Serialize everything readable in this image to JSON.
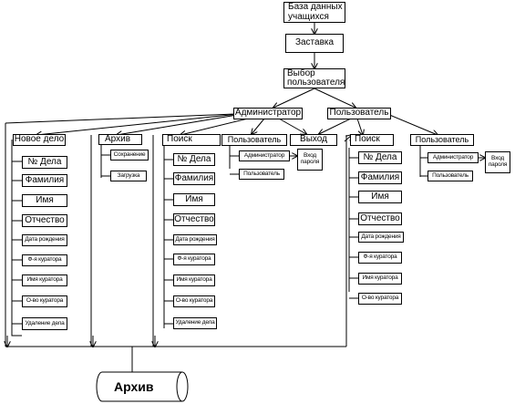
{
  "nodes": {
    "db": "База данных учащихся",
    "splash": "Заставка",
    "choose_user": "Выбор пользователя",
    "admin": "Администратор",
    "user": "Пользователь",
    "new_case": "Новое дело",
    "archive_menu": "Архив",
    "search_admin": "Поиск",
    "users_admin": "Пользователь",
    "exit": "Выход",
    "search_user": "Поиск",
    "users_user": "Пользователь",
    "archive_db": "Архив"
  },
  "new_case_fields": [
    "№ Дела",
    "Фамилия",
    "Имя",
    "Отчество",
    "Дата рождения",
    "Ф-я куратора",
    "Имя куратора",
    "О-во куратора",
    "Удаление дела"
  ],
  "archive_items": [
    "Сохранение",
    "Загрузка"
  ],
  "search_admin_fields": [
    "№ Дела",
    "Фамилия",
    "Имя",
    "Отчество",
    "Дата рождения",
    "Ф-я куратора",
    "Имя куратора",
    "О-во куратора",
    "Удаление дела"
  ],
  "search_user_fields": [
    "№ Дела",
    "Фамилия",
    "Имя",
    "Отчество",
    "Дата рождения",
    "Ф-я куратора",
    "Имя куратора",
    "О-во куратора"
  ],
  "login_admin": {
    "roles": [
      "Администратор",
      "Пользователь"
    ],
    "entry": "Вход пароля"
  },
  "login_user": {
    "roles": [
      "Администратор",
      "Пользователь"
    ],
    "entry": "Вход пароля"
  }
}
